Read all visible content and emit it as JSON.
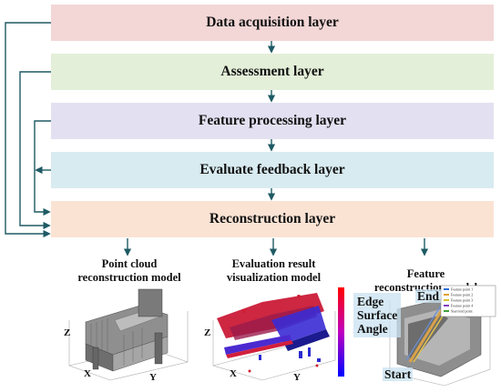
{
  "layers": [
    {
      "label": "Data acquisition layer",
      "color": "#f3d6d6"
    },
    {
      "label": "Assessment layer",
      "color": "#e4efd9"
    },
    {
      "label": "Feature processing layer",
      "color": "#e3e1f1"
    },
    {
      "label": "Evaluate feedback layer",
      "color": "#d8ebf1"
    },
    {
      "label": "Reconstruction layer",
      "color": "#fbe3d4"
    }
  ],
  "outputs": [
    {
      "title_line1": "Point cloud",
      "title_line2": "reconstruction model"
    },
    {
      "title_line1": "Evaluation result",
      "title_line2": "visualization model"
    },
    {
      "title_line1": "Feature",
      "title_line2": "reconstruction model"
    }
  ],
  "panel1": {
    "z": "Z",
    "x": "X",
    "y": "Y"
  },
  "panel2": {
    "z": "Z",
    "x": "X",
    "y": "Y"
  },
  "panel3": {
    "edge": "Edge",
    "surface": "Surface",
    "angle": "Angle",
    "end": "End",
    "start": "Start",
    "legend": [
      "Feature point 1",
      "Feature point 2",
      "Feature point 3",
      "Feature point 4",
      "Start/end point"
    ]
  },
  "colors": {
    "arrow": "#1e5a64"
  }
}
